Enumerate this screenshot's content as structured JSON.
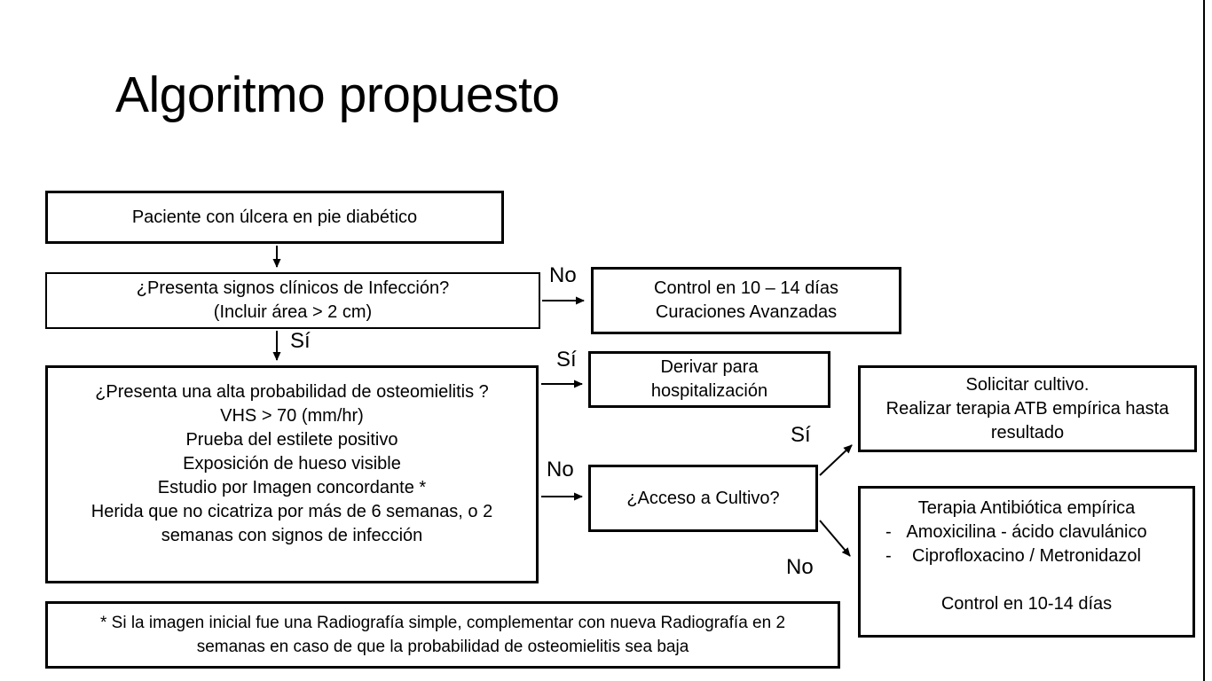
{
  "slide": {
    "title": "Algoritmo propuesto"
  },
  "colors": {
    "ink": "#000000",
    "background": "#ffffff"
  },
  "labels": {
    "no_infection": "No",
    "si_infection": "Sí",
    "si_osteo": "Sí",
    "no_osteo": "No",
    "si_cultivo": "Sí",
    "no_cultivo": "No"
  },
  "boxes": {
    "patient": {
      "lines": [
        "Paciente con úlcera en pie diabético"
      ]
    },
    "infection_question": {
      "lines": [
        "¿Presenta signos clínicos de Infección?",
        "(Incluir área > 2 cm)"
      ]
    },
    "control": {
      "lines": [
        "Control en 10 – 14 días",
        "Curaciones Avanzadas"
      ]
    },
    "osteo_question": {
      "lines": [
        "¿Presenta una alta probabilidad de osteomielitis ?",
        "VHS > 70 (mm/hr)",
        "Prueba del estilete positivo",
        "Exposición de hueso visible",
        "Estudio por Imagen concordante *",
        "Herida que no cicatriza por más de 6 semanas, o 2",
        "semanas con signos de infección"
      ]
    },
    "derivar": {
      "lines": [
        "Derivar para",
        "hospitalización"
      ]
    },
    "acceso": {
      "lines": [
        "¿Acceso a Cultivo?"
      ]
    },
    "cultivo": {
      "lines": [
        "Solicitar cultivo.",
        "Realizar terapia ATB empírica hasta",
        "resultado"
      ]
    },
    "terapia": {
      "bullet": "-",
      "lines": [
        "Terapia Antibiótica empírica",
        "Amoxicilina - ácido clavulánico",
        "Ciprofloxacino / Metronidazol",
        "",
        "Control en 10-14 días"
      ]
    },
    "footnote": {
      "lines": [
        "* Si la imagen inicial fue una Radiografía simple, complementar con nueva Radiografía en 2",
        "semanas en caso de que la probabilidad de osteomielitis sea baja"
      ]
    }
  }
}
